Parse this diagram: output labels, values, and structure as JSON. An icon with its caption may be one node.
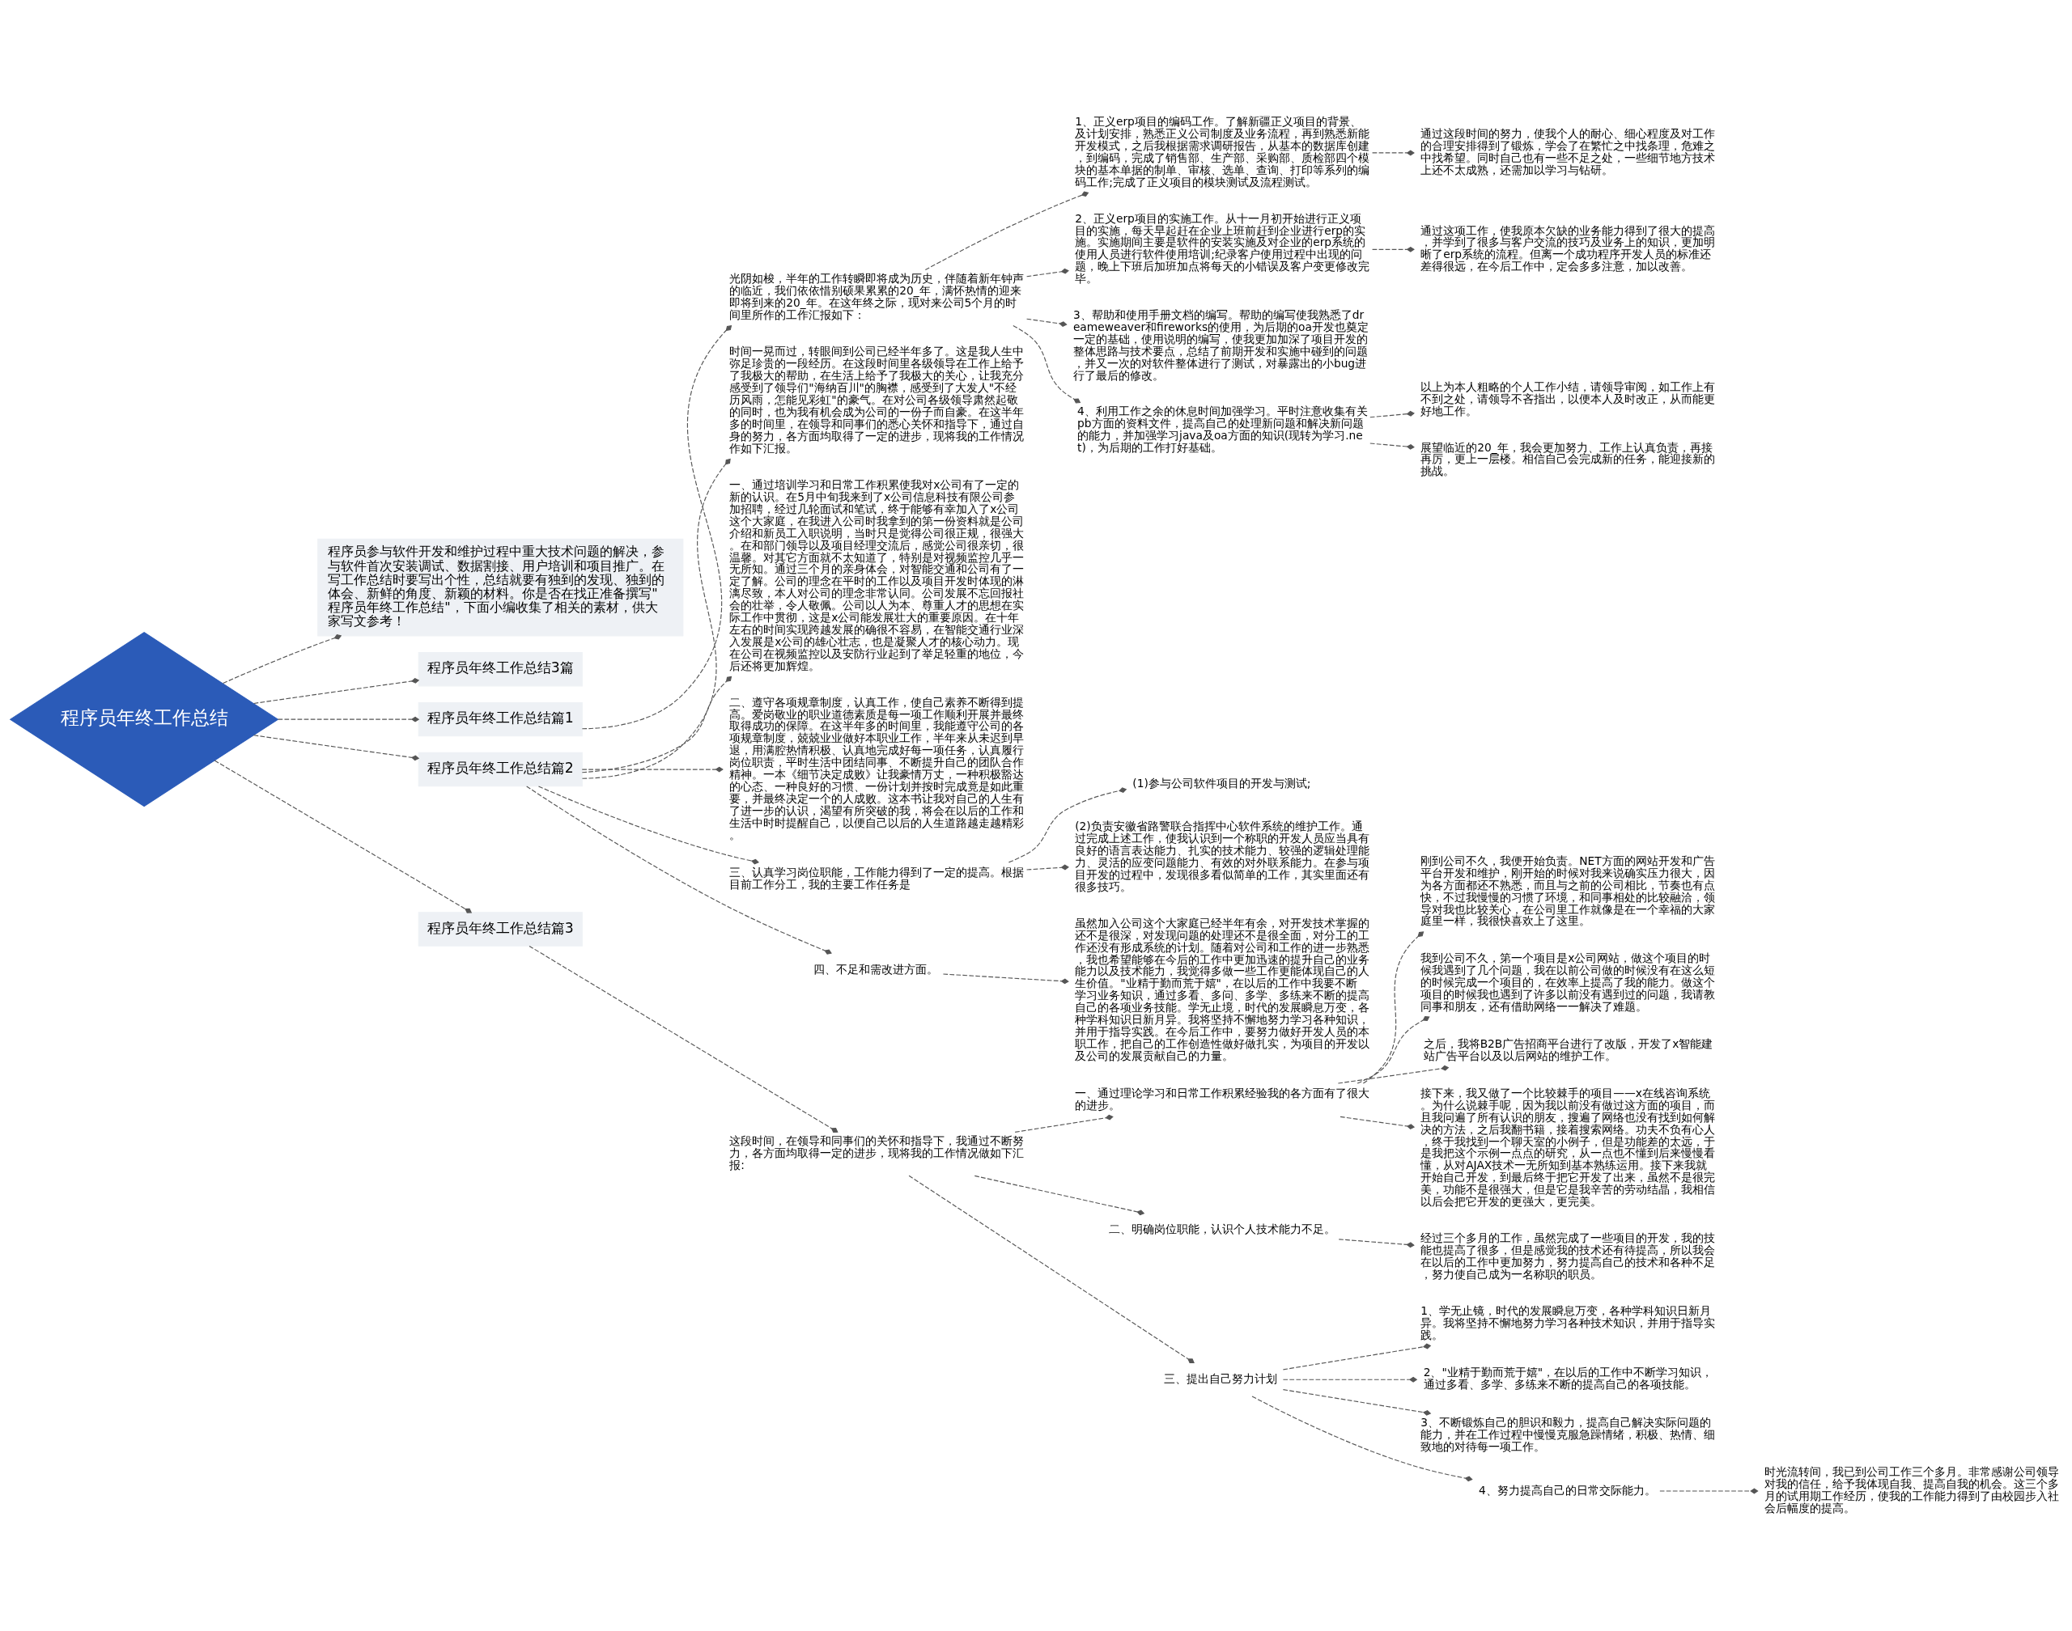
{
  "diagram": {
    "nodes": [
      {
        "text": [
          "程序员年终工作总结"
        ]
      },
      {
        "text": [
          "程序员参与软件开发和维护过程中重大技术问题的解决，参与软件首次安装调试、数据割接、用户培训和项目推广。在写工作总结时要写出个性，总结就要有独到的发现、独到的体会、新鲜的角度、新颖的材料。你是否在找正准备撰写\"程序员年终工作总结\"，下面小编收集了相关的素材，供大家写文参考！"
        ]
      },
      {
        "text": [
          "程序员年终工作总结3篇"
        ]
      },
      {
        "text": [
          "程序员年终工作总结篇1"
        ]
      },
      {
        "text": [
          "光阴如梭，半年的工作转瞬即将成为历史，伴随着新年钟声的临近，我们依依惜别硕果累累的20_年，满怀热情的迎来即将到来的20_年。在这年终之际，现对来公司5个月的时间里所作的工作汇报如下："
        ]
      },
      {
        "text": [
          "1、正义erp项目的编码工作。了解新疆正义项目的背景、及计划安排，熟悉正义公司制度及业务流程，再到熟悉新能开发模式，之后我根据需求调研报告，从基本的数据库创建，到编码，完成了销售部、生产部、采购部、质检部四个模块的基本单据的制单、审核、选单、查询、打印等系列的编码工作;完成了正义项目的模块测试及流程测试。"
        ]
      },
      {
        "text": [
          "2、正义erp项目的实施工作。从十一月初开始进行正义项目的实施，每天早起赶在企业上班前赶到企业进行erp的实施。实施期间主要是软件的安装实施及对企业的erp系统的使用人员进行软件使用培训;纪录客户使用过程中出现的问题，晚上下班后加班加点将每天的小错误及客户变更修改完毕。"
        ]
      },
      {
        "text": [
          "3、帮助和使用手册文档的编写。帮助的编写使我熟悉了dreameweaver和fireworks的使用，为后期的oa开发也奠定一定的基础，使用说明的编写，使我更加加深了项目开发的整体思路与技术要点，总结了前期开发和实施中碰到的问题，并又一次的对软件整体进行了测试，对暴露出的小bug进行了最后的修改。"
        ]
      },
      {
        "text": [
          "4、利用工作之余的休息时间加强学习。平时注意收集有关pb方面的资料文件，提高自己的处理新问题和解决新问题的能力，并加强学习java及oa方面的知识(现转为学习.net)，为后期的工作打好基础。"
        ]
      },
      {
        "text": [
          "通过这段时间的努力，使我个人的耐心、细心程度及对工作的合理安排得到了锻炼，学会了在繁忙之中找条理，危难之中找希望。同时自己也有一些不足之处，一些细节地方技术上还不太成熟，还需加以学习与钻研。"
        ]
      },
      {
        "text": [
          "通过这项工作，使我原本欠缺的业务能力得到了很大的提高，并学到了很多与客户交流的技巧及业务上的知识，更加明晰了erp系统的流程。但离一个成功程序开发人员的标准还差得很远，在今后工作中，定会多多注意，加以改善。"
        ]
      },
      {
        "text": [
          "以上为本人粗略的个人工作小结，请领导审阅，如工作上有不到之处，请领导不吝指出，以便本人及时改正，从而能更好地工作。"
        ]
      },
      {
        "text": [
          "展望临近的20_年，我会更加努力、工作上认真负责，再接再厉，更上一层楼。相信自己会完成新的任务，能迎接新的挑战。"
        ]
      },
      {
        "text": [
          "程序员年终工作总结篇2"
        ]
      },
      {
        "text": [
          "时间一晃而过，转眼间到公司已经半年多了。这是我人生中弥足珍贵的一段经历。在这段时间里各级领导在工作上给予了我极大的帮助，在生活上给予了我极大的关心，让我充分感受到了领导们\"海纳百川\"的胸襟，感受到了大发人\"不经历风雨，怎能见彩虹\"的豪气。在对公司各级领导肃然起敬的同时，也为我有机会成为公司的一份子而自豪。在这半年多的时间里，在领导和同事们的悉心关怀和指导下，通过自身的努力，各方面均取得了一定的进步，现将我的工作情况作如下汇报。"
        ]
      },
      {
        "text": [
          "一、通过培训学习和日常工作积累使我对x公司有了一定的新的认识。在5月中旬我来到了x公司信息科技有限公司参加招聘，经过几轮面试和笔试，终于能够有幸加入了x公司这个大家庭，在我进入公司时我拿到的第一份资料就是公司介绍和新员工入职说明，当时只是觉得公司很正规，很强大。在和部门领导以及项目经理交流后，感觉公司很亲切，很温馨。对其它方面就不太知道了，特别是对视频监控几乎一无所知。通过三个月的亲身体会，对智能交通和公司有了一定了解。公司的理念在平时的工作以及项目开发时体现的淋漓尽致，本人对公司的理念非常认同。公司发展不忘回报社会的壮举，令人敬佩。公司以人为本、尊重人才的思想在实际工作中贯彻，这是x公司能发展壮大的重要原因。在十年左右的时间实现跨越发展的确很不容易，在智能交通行业深入发展是x公司的雄心壮志，也是凝聚人才的核心动力。现在公司在视频监控以及安防行业起到了举足轻重的地位，今后还将更加辉煌。"
        ]
      },
      {
        "text": [
          "二、遵守各项规章制度，认真工作，使自己素养不断得到提高。爱岗敬业的职业道德素质是每一项工作顺利开展并最终取得成功的保障。在这半年多的时间里，我能遵守公司的各项规章制度，兢兢业业做好本职业工作，半年来从未迟到早退，用满腔热情积极、认真地完成好每一项任务，认真履行岗位职责，平时生活中团结同事、不断提升自己的团队合作精神。一本《细节决定成败》让我豪情万丈，一种积极豁达的心态、一种良好的习惯、一份计划并按时完成竟是如此重要，并最终决定一个的人成败。这本书让我对自己的人生有了进一步的认识，渴望有所突破的我，将会在以后的工作和生活中时时提醒自己，以便自己以后的人生道路越走越精彩。"
        ]
      },
      {
        "text": [
          "三、认真学习岗位职能，工作能力得到了一定的提高。根据目前工作分工，我的主要工作任务是"
        ]
      },
      {
        "text": [
          "(1)参与公司软件项目的开发与测试;"
        ]
      },
      {
        "text": [
          "(2)负责安徽省路警联合指挥中心软件系统的维护工作。通过完成上述工作，使我认识到一个称职的开发人员应当具有良好的语言表达能力、扎实的技术能力、较强的逻辑处理能力、灵活的应变问题能力、有效的对外联系能力。在参与项目开发的过程中，发现很多看似简单的工作，其实里面还有很多技巧。"
        ]
      },
      {
        "text": [
          "四、不足和需改进方面。"
        ]
      },
      {
        "text": [
          "虽然加入公司这个大家庭已经半年有余，对开发技术掌握的还不是很深，对发现问题的处理还不是很全面，对分工的工作还没有形成系统的计划。随着对公司和工作的进一步熟悉，我也希望能够在今后的工作中更加迅速的提升自己的业务能力以及技术能力，我觉得多做一些工作更能体现自己的人生价值。\"业精于勤而荒于嬉\"，在以后的工作中我要不断学习业务知识，通过多看、多问、多学、多练来不断的提高自己的各项业务技能。学无止境，时代的发展瞬息万变，各种学科知识日新月异。我将坚持不懈地努力学习各种知识，并用于指导实践。在今后工作中，要努力做好开发人员的本职工作，把自己的工作创造性做好做扎实，为项目的开发以及公司的发展贡献自己的力量。"
        ]
      },
      {
        "text": [
          "程序员年终工作总结篇3"
        ]
      },
      {
        "text": [
          "这段时间，在领导和同事们的关怀和指导下，我通过不断努力，各方面均取得一定的进步，现将我的工作情况做如下汇报:"
        ]
      },
      {
        "text": [
          "一、通过理论学习和日常工作积累经验我的各方面有了很大的进步。"
        ]
      },
      {
        "text": [
          "刚到公司不久，我便开始负责。NET方面的网站开发和广告平台开发和维护，刚开始的时候对我来说确实压力很大，因为各方面都还不熟悉，而且与之前的公司相比，节奏也有点快，不过我慢慢的习惯了环境，和同事相处的比较融洽，领导对我也比较关心，在公司里工作就像是在一个幸福的大家庭里一样，我很快喜欢上了这里。"
        ]
      },
      {
        "text": [
          "我到公司不久，第一个项目是x公司网站，做这个项目的时候我遇到了几个问题，我在以前公司做的时候没有在这么短的时候完成一个项目的，在效率上提高了我的能力。做这个项目的时候我也遇到了许多以前没有遇到过的问题，我请教同事和朋友，还有借助网络一一解决了难题。"
        ]
      },
      {
        "text": [
          "之后，我将B2B广告招商平台进行了改版，开发了x智能建站广告平台以及以后网站的维护工作。"
        ]
      },
      {
        "text": [
          "接下来，我又做了一个比较棘手的项目——x在线咨询系统。为什么说棘手呢，因为我以前没有做过这方面的项目，而且我问遍了所有认识的朋友，搜遍了网络也没有找到如何解决的方法，之后我翻书籍，接着搜索网络。功夫不负有心人，终于我找到一个聊天室的小例子，但是功能差的太远，于是我把这个示例一点点的研究，从一点也不懂到后来慢慢看懂，从对AJAX技术一无所知到基本熟练运用。接下来我就开始自己开发，到最后终于把它开发了出来，虽然不是很完美，功能不是很强大，但是它是我辛苦的劳动结晶，我相信以后会把它开发的更强大，更完美。"
        ]
      },
      {
        "text": [
          "二、明确岗位职能，认识个人技术能力不足。"
        ]
      },
      {
        "text": [
          "经过三个多月的工作，虽然完成了一些项目的开发，我的技能也提高了很多，但是感觉我的技术还有待提高，所以我会在以后的工作中更加努力，努力提高自己的技术和各种不足，努力使自己成为一名称职的职员。"
        ]
      },
      {
        "text": [
          "三、提出自己努力计划"
        ]
      },
      {
        "text": [
          "1、学无止镜，时代的发展瞬息万变，各种学科知识日新月异。我将坚持不懈地努力学习各种技术知识，并用于指导实践。"
        ]
      },
      {
        "text": [
          "2、\"业精于勤而荒于嬉\"，在以后的工作中不断学习知识，通过多看、多学、多练来不断的提高自己的各项技能。"
        ]
      },
      {
        "text": [
          "3、不断锻炼自己的胆识和毅力，提高自己解决实际问题的能力，并在工作过程中慢慢克服急躁情绪，积极、热情、细致地的对待每一项工作。"
        ]
      },
      {
        "text": [
          "4、努力提高自己的日常交际能力。"
        ]
      },
      {
        "text": [
          "时光流转间，我已到公司工作三个多月。非常感谢公司领导对我的信任，给予我体现自我、提高自我的机会。这三个多月的试用期工作经历，使我的工作能力得到了由校园步入社会后幅度的提高。"
        ]
      }
    ],
    "edges": [
      {
        "from": 0,
        "to": 1,
        "arrow": "other",
        "style": "dashed"
      },
      {
        "from": 0,
        "to": 2,
        "arrow": "other",
        "style": "dashed"
      },
      {
        "from": 0,
        "to": 3,
        "arrow": "other",
        "style": "dashed"
      },
      {
        "from": 3,
        "to": 4,
        "arrow": "other",
        "style": "dashed"
      },
      {
        "from": 4,
        "to": 5,
        "arrow": "other",
        "style": "dashed"
      },
      {
        "from": 4,
        "to": 6,
        "arrow": "other",
        "style": "dashed"
      },
      {
        "from": 4,
        "to": 7,
        "arrow": "other",
        "style": "dashed"
      },
      {
        "from": 4,
        "to": 8,
        "arrow": "other",
        "style": "dashed"
      },
      {
        "from": 5,
        "to": 9,
        "arrow": "other",
        "style": "dashed"
      },
      {
        "from": 6,
        "to": 10,
        "arrow": "other",
        "style": "dashed"
      },
      {
        "from": 8,
        "to": 11,
        "arrow": "other",
        "style": "dashed"
      },
      {
        "from": 8,
        "to": 12,
        "arrow": "other",
        "style": "dashed"
      },
      {
        "from": 0,
        "to": 13,
        "arrow": "other",
        "style": "dashed"
      },
      {
        "from": 13,
        "to": 14,
        "arrow": "other",
        "style": "dashed"
      },
      {
        "from": 13,
        "to": 15,
        "arrow": "other",
        "style": "dashed"
      },
      {
        "from": 13,
        "to": 16,
        "arrow": "other",
        "style": "dashed"
      },
      {
        "from": 13,
        "to": 17,
        "arrow": "other",
        "style": "dashed"
      },
      {
        "from": 17,
        "to": 18,
        "arrow": "other",
        "style": "dashed"
      },
      {
        "from": 17,
        "to": 19,
        "arrow": "other",
        "style": "dashed"
      },
      {
        "from": 13,
        "to": 20,
        "arrow": "other",
        "style": "dashed"
      },
      {
        "from": 20,
        "to": 21,
        "arrow": "other",
        "style": "dashed"
      },
      {
        "from": 0,
        "to": 22,
        "arrow": "other",
        "style": "dashed"
      },
      {
        "from": 22,
        "to": 23,
        "arrow": "other",
        "style": "dashed"
      },
      {
        "from": 23,
        "to": 24,
        "arrow": "other",
        "style": "dashed"
      },
      {
        "from": 24,
        "to": 25,
        "arrow": "other",
        "style": "dashed"
      },
      {
        "from": 24,
        "to": 26,
        "arrow": "other",
        "style": "dashed"
      },
      {
        "from": 24,
        "to": 27,
        "arrow": "other",
        "style": "dashed"
      },
      {
        "from": 24,
        "to": 28,
        "arrow": "other",
        "style": "dashed"
      },
      {
        "from": 23,
        "to": 29,
        "arrow": "other",
        "style": "dashed"
      },
      {
        "from": 29,
        "to": 30,
        "arrow": "other",
        "style": "dashed"
      },
      {
        "from": 23,
        "to": 31,
        "arrow": "other",
        "style": "dashed"
      },
      {
        "from": 31,
        "to": 32,
        "arrow": "other",
        "style": "dashed"
      },
      {
        "from": 31,
        "to": 33,
        "arrow": "other",
        "style": "dashed"
      },
      {
        "from": 31,
        "to": 34,
        "arrow": "other",
        "style": "dashed"
      },
      {
        "from": 31,
        "to": 35,
        "arrow": "other",
        "style": "dashed"
      },
      {
        "from": 35,
        "to": 36,
        "arrow": "other",
        "style": "dashed"
      }
    ]
  }
}
